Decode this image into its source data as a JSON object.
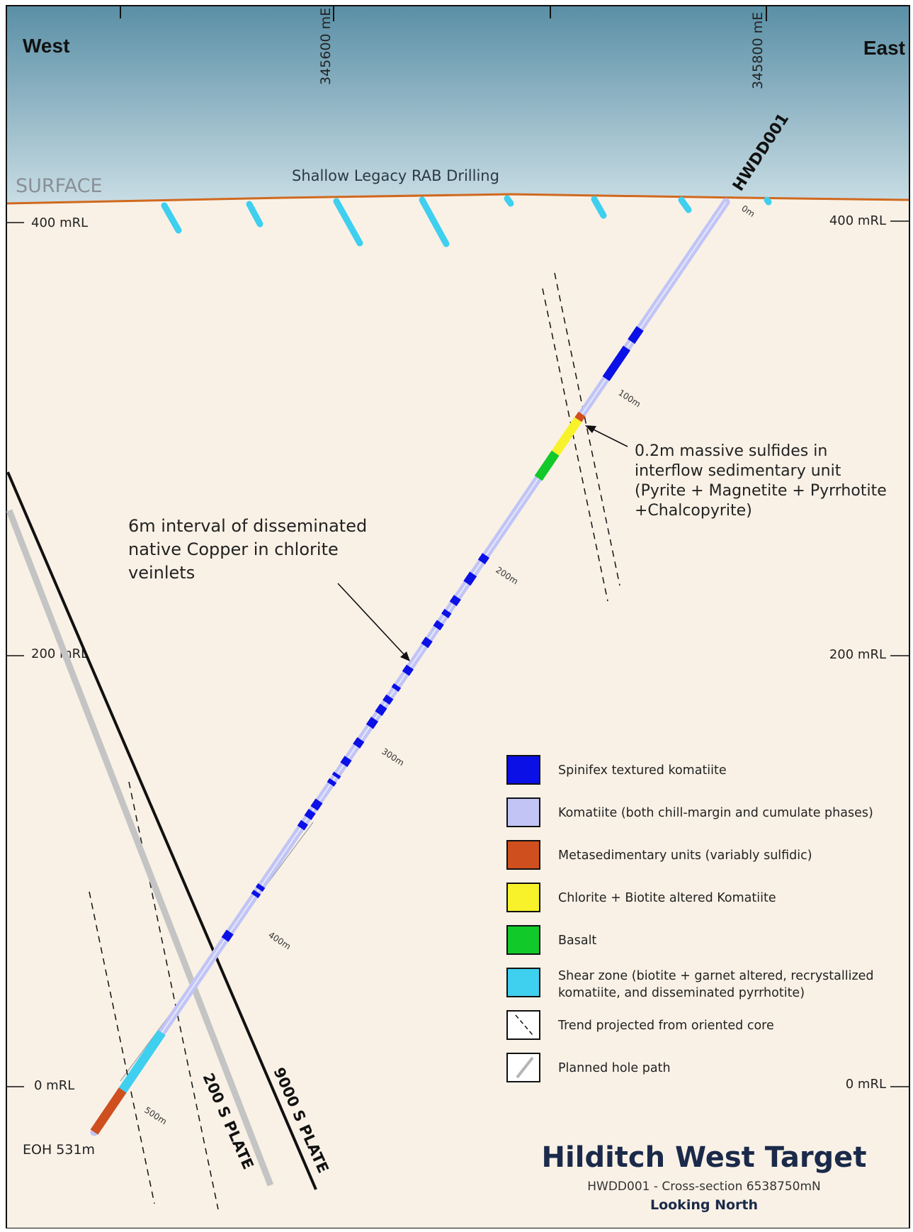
{
  "directions": {
    "west": "West",
    "east": "East"
  },
  "eastings": [
    {
      "label": "345600 mE"
    },
    {
      "label": "345800 mE"
    }
  ],
  "elevations": {
    "left": [
      "400 mRL",
      "200 mRL",
      "0 mRL"
    ],
    "right": [
      "400 mRL",
      "200 mRL",
      "0 mRL"
    ]
  },
  "surface": {
    "label": "SURFACE",
    "rab_label": "Shallow Legacy RAB Drilling"
  },
  "drill_hole": {
    "name": "HWDD001",
    "depth_labels": [
      "0m",
      "100m",
      "200m",
      "300m",
      "400m",
      "500m"
    ],
    "eoh_label": "EOH 531m"
  },
  "annotations": {
    "sulfides": [
      "0.2m massive sulfides in",
      "interflow sedimentary unit",
      "(Pyrite + Magnetite + Pyrrhotite",
      "+Chalcopyrite)"
    ],
    "copper": [
      "6m interval of disseminated",
      "native Copper in chlorite",
      "veinlets"
    ]
  },
  "plates": {
    "plate_200s": "200 S PLATE",
    "plate_9000s": "9000 S PLATE"
  },
  "legend": [
    {
      "label": "Spinifex textured komatiite",
      "color": "#0a10e6"
    },
    {
      "label": "Komatiite (both chill-margin and cumulate phases)",
      "color": "#c1c4f5"
    },
    {
      "label": "Metasedimentary units (variably sulfidic)",
      "color": "#cf4f1f"
    },
    {
      "label": "Chlorite + Biotite altered Komatiite",
      "color": "#f7f22a"
    },
    {
      "label": "Basalt",
      "color": "#12c92a"
    },
    {
      "label": "Shear zone (biotite + garnet altered, recrystallized",
      "label_line2": "komatiite, and disseminated pyrrhotite)",
      "color": "#3fcfef"
    },
    {
      "label": "Trend projected from oriented core",
      "color": ""
    },
    {
      "label": "Planned hole path",
      "color": ""
    }
  ],
  "title": {
    "main": "Hilditch West Target",
    "subtitle": "HWDD001 - Cross-section 6538750mN",
    "view": "Looking North"
  },
  "colors": {
    "sky_top": "#5a8fa6",
    "sky_bottom": "#c9dde4",
    "ground": "#f9f1e6",
    "surface_line": "#d0691f",
    "komatiite": "#c1c4f5",
    "spinifex": "#0a10e6",
    "shear": "#3fcfef",
    "metased": "#cf4f1f",
    "chlorite": "#f7f22a",
    "basalt": "#12c92a",
    "title": "#1b2a4a"
  }
}
